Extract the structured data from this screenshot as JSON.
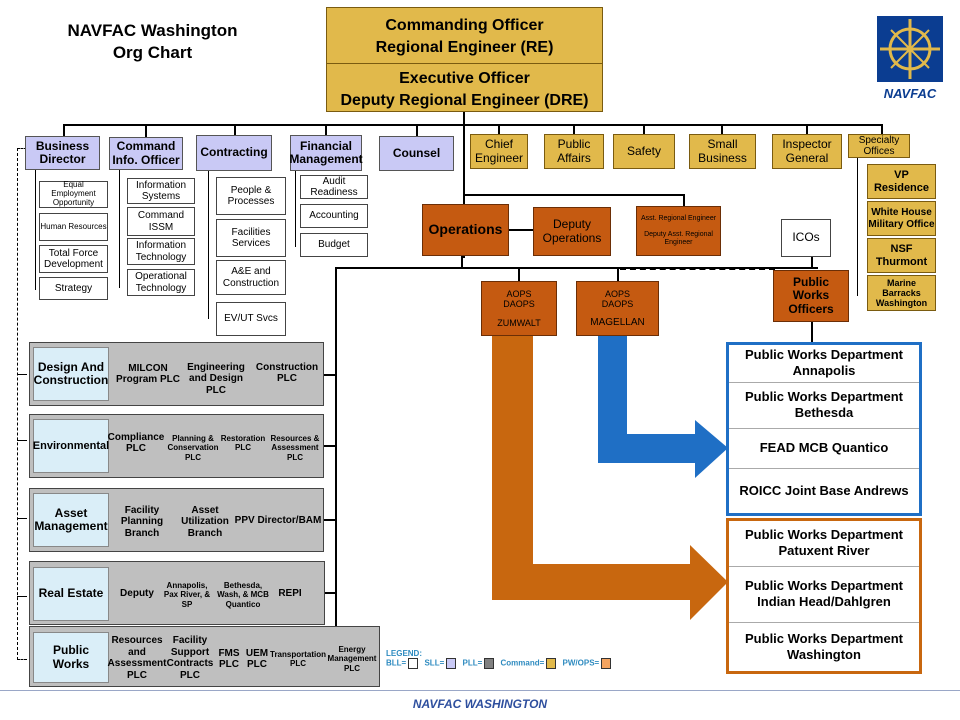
{
  "title": [
    "NAVFAC Washington",
    "Org Chart"
  ],
  "logo": {
    "text": "NAVFAC",
    "colors": {
      "blue": "#0b3d91",
      "gold": "#e1b94b"
    }
  },
  "co": {
    "line1": "Commanding Officer",
    "line2": "Regional Engineer (RE)",
    "line3": "Executive Officer",
    "line4": "Deputy Regional Engineer (DRE)"
  },
  "top_row": {
    "business_director": "Business Director",
    "cio": "Command Info. Officer",
    "contracting": "Contracting",
    "financial": "Financial Management",
    "counsel": "Counsel",
    "chief_engineer": "Chief Engineer",
    "public_affairs": "Public Affairs",
    "safety": "Safety",
    "small_business": "Small Business",
    "inspector_general": "Inspector General",
    "specialty_offices": "Specialty Offices"
  },
  "business_sub": [
    "Equal Employment Opportunity",
    "Human Resources",
    "Total Force Development",
    "Strategy"
  ],
  "cio_sub": [
    "Information Systems",
    "Command ISSM",
    "Information Technology",
    "Operational Technology"
  ],
  "contracting_sub": [
    "People & Processes",
    "Facilities Services",
    "A&E and Construction",
    "EV/UT Svcs"
  ],
  "financial_sub": [
    "Audit Readiness",
    "Accounting",
    "Budget"
  ],
  "specialty_sub": [
    "VP Residence",
    "White House Military Office",
    "NSF Thurmont",
    "Marine Barracks Washington"
  ],
  "operations": "Operations",
  "deputy_operations": "Deputy Operations",
  "asst_re": {
    "line1": "Asst. Regional Engineer",
    "line2": "Deputy Asst. Regional Engineer"
  },
  "icos": "ICOs",
  "pwo": "Public Works Officers",
  "aops1": {
    "line1": "AOPS",
    "line2": "DAOPS",
    "line3": "ZUMWALT"
  },
  "aops2": {
    "line1": "AOPS",
    "line2": "DAOPS",
    "line3": "MAGELLAN"
  },
  "strips": [
    {
      "head": "Design And Construction",
      "items": [
        "MILCON Program PLC",
        "Engineering and Design PLC",
        "Construction PLC"
      ]
    },
    {
      "head": "Environmental",
      "items": [
        "Compliance PLC",
        "Planning & Conservation PLC",
        "Restoration PLC",
        "Resources & Assessment PLC"
      ]
    },
    {
      "head": "Asset Management",
      "items": [
        "Facility Planning Branch",
        "Asset Utilization Branch",
        "PPV Director/BAM"
      ]
    },
    {
      "head": "Real Estate",
      "items": [
        "Deputy",
        "Annapolis, Pax River, & SP",
        "Bethesda, Wash, & MCB Quantico",
        "REPI"
      ]
    },
    {
      "head": "Public Works",
      "items": [
        "Resources and Assessment PLC",
        "Facility Support Contracts PLC",
        "FMS PLC",
        "UEM PLC",
        "Transportation PLC",
        "Energy Management PLC"
      ]
    }
  ],
  "blue_group": [
    "Public Works Department Annapolis",
    "Public Works Department Bethesda",
    "FEAD MCB Quantico",
    "ROICC Joint Base Andrews"
  ],
  "orange_group": [
    "Public Works Department Patuxent River",
    "Public Works Department Indian Head/Dahlgren",
    "Public Works Department Washington"
  ],
  "legend": {
    "title": "LEGEND:",
    "items": [
      "BLL=",
      "SLL=",
      "PLL=",
      "Command=",
      "PW/OPS="
    ],
    "colors": [
      "#ffffff",
      "#c9c9f5",
      "#808080",
      "#e1b94b",
      "#f4a460"
    ]
  },
  "footer": "NAVFAC WASHINGTON",
  "colors": {
    "gold": "#e1b94b",
    "orange": "#c55a11",
    "blue_arrow": "#1f6fc5",
    "orange_arrow": "#c8670f"
  }
}
